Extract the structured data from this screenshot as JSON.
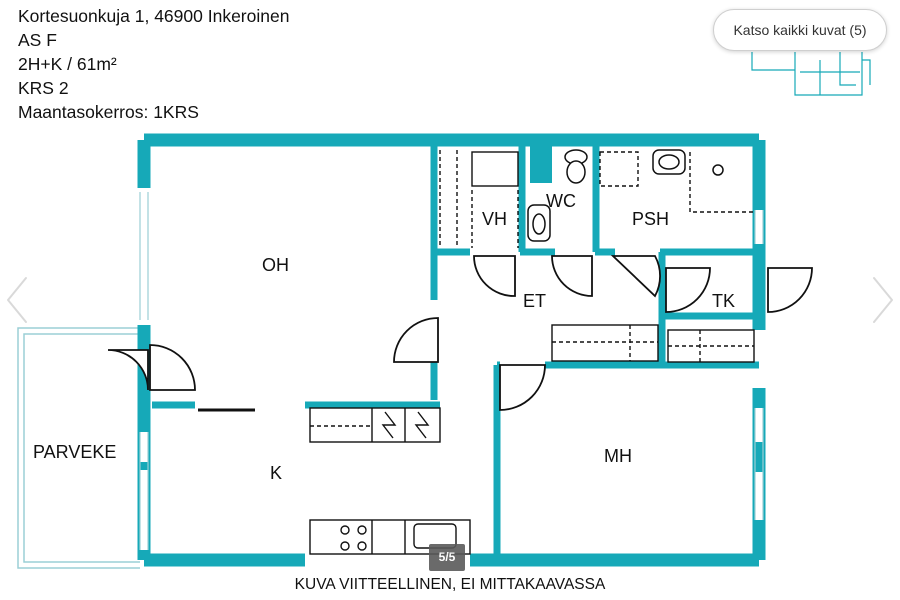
{
  "listing": {
    "address": "Kortesuonkuja 1, 46900 Inkeroinen",
    "unit": "AS F",
    "layout": "2H+K / 61m²",
    "floor": "KRS 2",
    "ground_floor": "Maantasokerros: 1KRS"
  },
  "header": {
    "all_photos_label": "Katso kaikki kuvat (5)"
  },
  "rooms": {
    "oh": "OH",
    "k": "K",
    "parveke": "PARVEKE",
    "vh": "VH",
    "wc": "WC",
    "psh": "PSH",
    "et": "ET",
    "tk": "TK",
    "mh": "MH"
  },
  "counter": "5/5",
  "caption": "KUVA VIITTEELLINEN, EI MITTAKAAVASSA",
  "colors": {
    "wall": "#16a9b8",
    "text": "#111111",
    "counter_bg": "#5a5a5a"
  },
  "icons": {
    "prev": "chevron-left-icon",
    "next": "chevron-right-icon"
  }
}
